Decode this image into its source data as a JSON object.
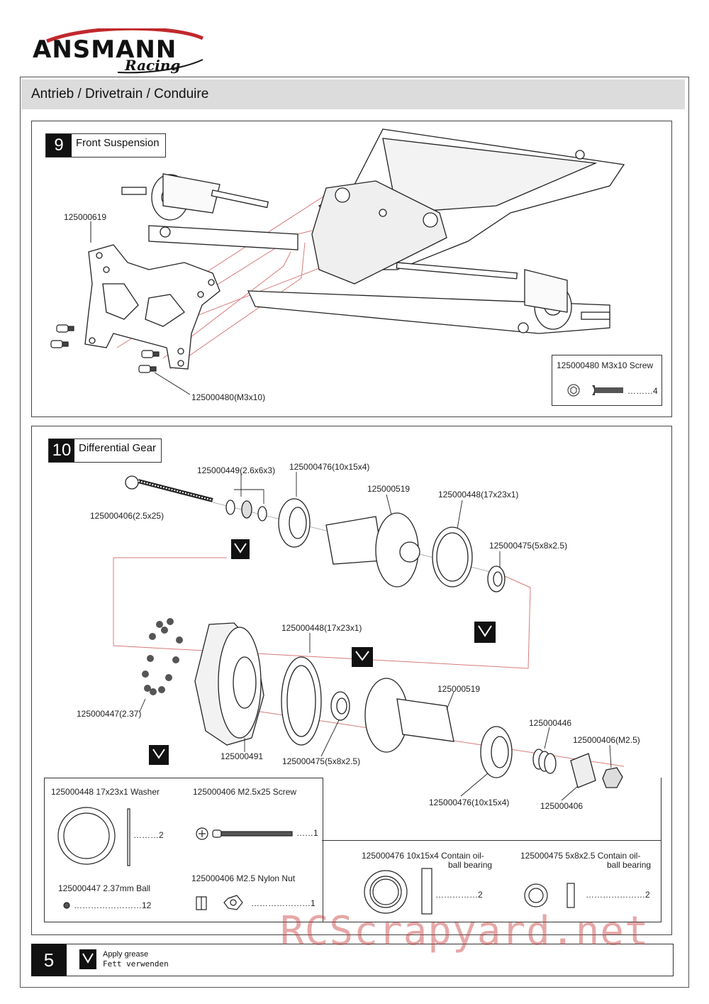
{
  "brand": {
    "name": "ANSMANN",
    "sub": "Racing"
  },
  "header": {
    "title": "Antrieb / Drivetrain /  Conduire"
  },
  "step9": {
    "number": "9",
    "title": "Front Suspension",
    "labels": {
      "part_619": "125000619",
      "part_480": "125000480(M3x10)"
    },
    "legend": {
      "title": "125000480  M3x10 Screw",
      "qty": "………4"
    }
  },
  "step10": {
    "number": "10",
    "title": "Differential Gear",
    "labels": {
      "l449": "125000449(2.6x6x3)",
      "l476a": "125000476(10x15x4)",
      "l406a": "125000406(2.5x25)",
      "l519a": "125000519",
      "l448a": "125000448(17x23x1)",
      "l475a": "125000475(5x8x2.5)",
      "l448b": "125000448(17x23x1)",
      "l447": "125000447(2.37)",
      "l491": "125000491",
      "l475b": "125000475(5x8x2.5)",
      "l519b": "125000519",
      "l446": "125000446",
      "l406b": "125000406(M2.5)",
      "l476b": "125000476(10x15x4)",
      "l406c": "125000406"
    },
    "legend": {
      "washer_title": "125000448  17x23x1 Washer",
      "washer_qty": "………2",
      "screw_title": "125000406   M2.5x25 Screw",
      "screw_qty": "……1",
      "ball_title": "125000447   2.37mm Ball",
      "ball_qty": "……………………12",
      "nut_title": "125000406    M2.5 Nylon Nut",
      "nut_qty": "…………………1",
      "bearing1_title": "125000476   10x15x4 Contain oil-",
      "bearing1_title2": "ball bearing",
      "bearing1_qty": "……………2",
      "bearing2_title": "125000475    5x8x2.5 Contain oil-",
      "bearing2_title2": "ball bearing",
      "bearing2_qty": "…………………2"
    }
  },
  "footer": {
    "page": "5",
    "grease_en": "Apply grease",
    "grease_de": "Fett verwenden"
  },
  "watermark": "RCScrapyard.net",
  "colors": {
    "accent_red": "#c0282d",
    "guide_red": "#d77a7a"
  }
}
